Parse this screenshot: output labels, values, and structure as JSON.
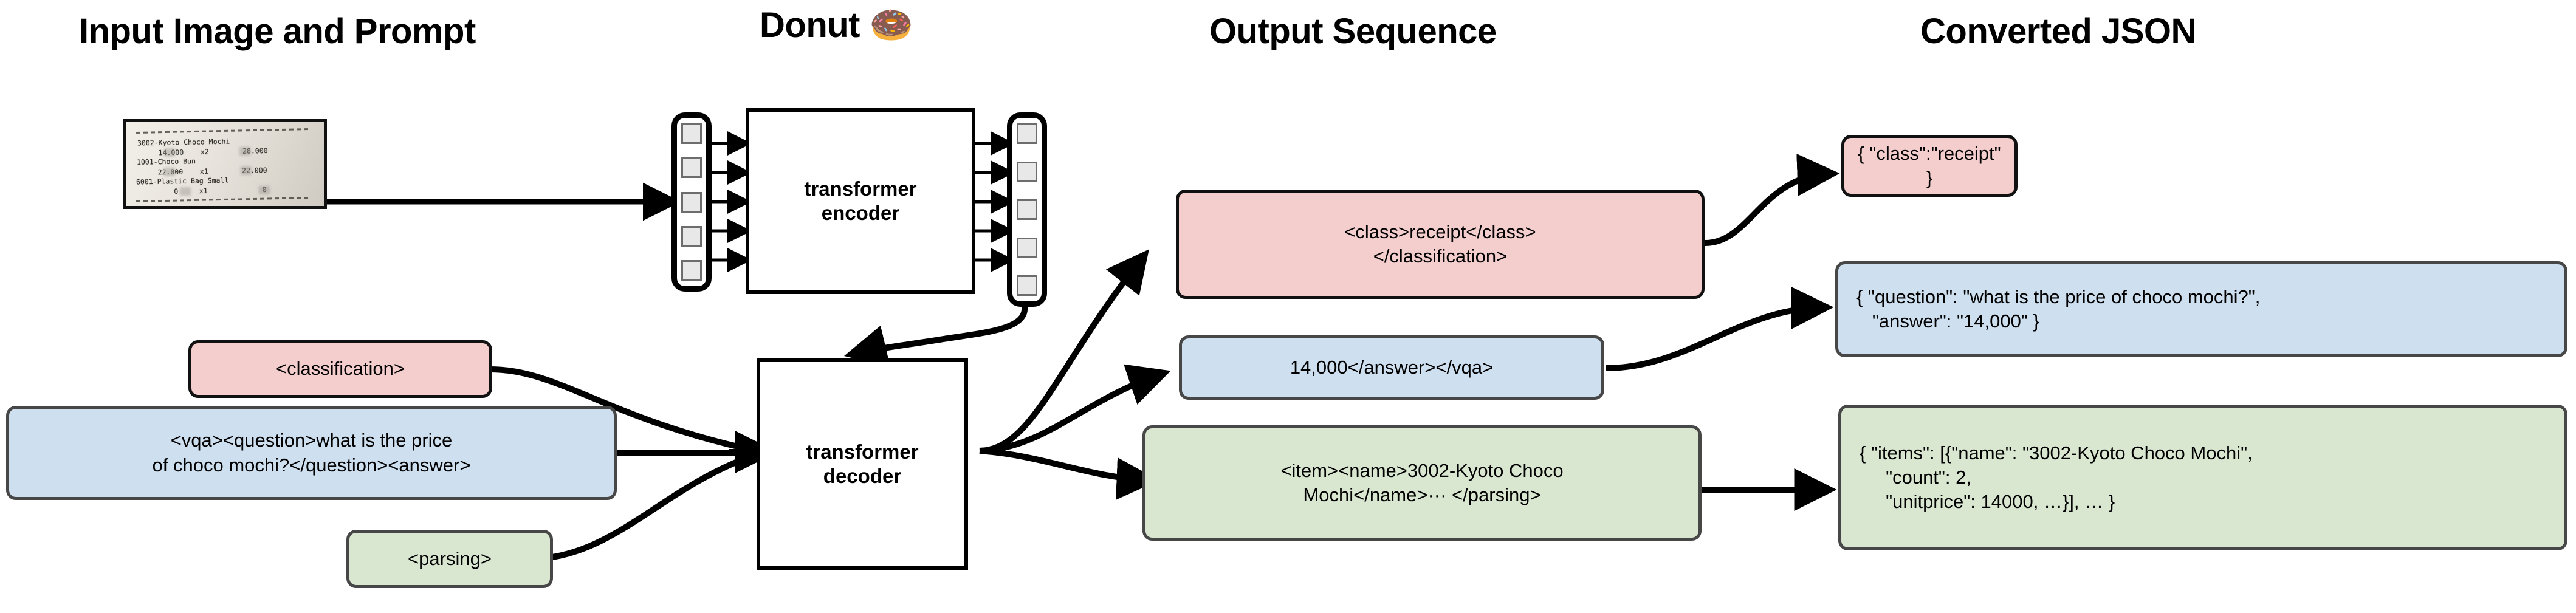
{
  "columns": [
    {
      "id": "input",
      "title": "Input Image and Prompt"
    },
    {
      "id": "model",
      "title": "Donut 🍩"
    },
    {
      "id": "output",
      "title": "Output Sequence"
    },
    {
      "id": "json",
      "title": "Converted JSON"
    }
  ],
  "receipt": {
    "lines": [
      "3002-Kyoto Choco Mochi",
      "     14.000    x2        28.000",
      "1001-Choco Bun",
      "     22.000    x1        22.000",
      "6001-Plastic Bag Small",
      "         0     x1             0"
    ]
  },
  "model": {
    "encoder_label": "transformer\nencoder",
    "decoder_label": "transformer\ndecoder",
    "input_tokens": [
      "",
      "",
      "",
      "",
      ""
    ],
    "output_tokens": [
      "",
      "",
      "",
      "",
      ""
    ]
  },
  "prompts": [
    {
      "id": "classification",
      "text": "<classification>",
      "color": "pink"
    },
    {
      "id": "vqa",
      "text": "<vqa><question>what is the price\nof choco mochi?</question><answer>",
      "color": "blue"
    },
    {
      "id": "parsing",
      "text": "<parsing>",
      "color": "green"
    }
  ],
  "output_sequences": [
    {
      "id": "classification-output",
      "text": "<class>receipt</class>\n</classification>",
      "color": "pink"
    },
    {
      "id": "vqa-output",
      "text": "14,000</answer></vqa>",
      "color": "blue"
    },
    {
      "id": "parsing-output",
      "text": "<item><name>3002-Kyoto Choco\nMochi</name>··· </parsing>",
      "color": "green"
    }
  ],
  "converted_json": [
    {
      "id": "json-classification",
      "text": "{ \"class\":\"receipt\" }",
      "color": "pink"
    },
    {
      "id": "json-vqa",
      "text": "{ \"question\": \"what is the price of choco mochi?\",\n   \"answer\": \"14,000\" }",
      "color": "blue"
    },
    {
      "id": "json-parsing",
      "text": "{ \"items\": [{\"name\": \"3002-Kyoto Choco Mochi\",\n     \"count\": 2,\n     \"unitprice\": 14000, …}], … }",
      "color": "green"
    }
  ],
  "colors": {
    "pink": "#f4cdcd",
    "blue": "#cedff0",
    "green": "#d9e7d0",
    "stroke": "#000000",
    "soft_stroke": "#474747",
    "token_fill": "#e8e8e8",
    "token_stroke": "#6d6d6d",
    "background": "#ffffff"
  }
}
